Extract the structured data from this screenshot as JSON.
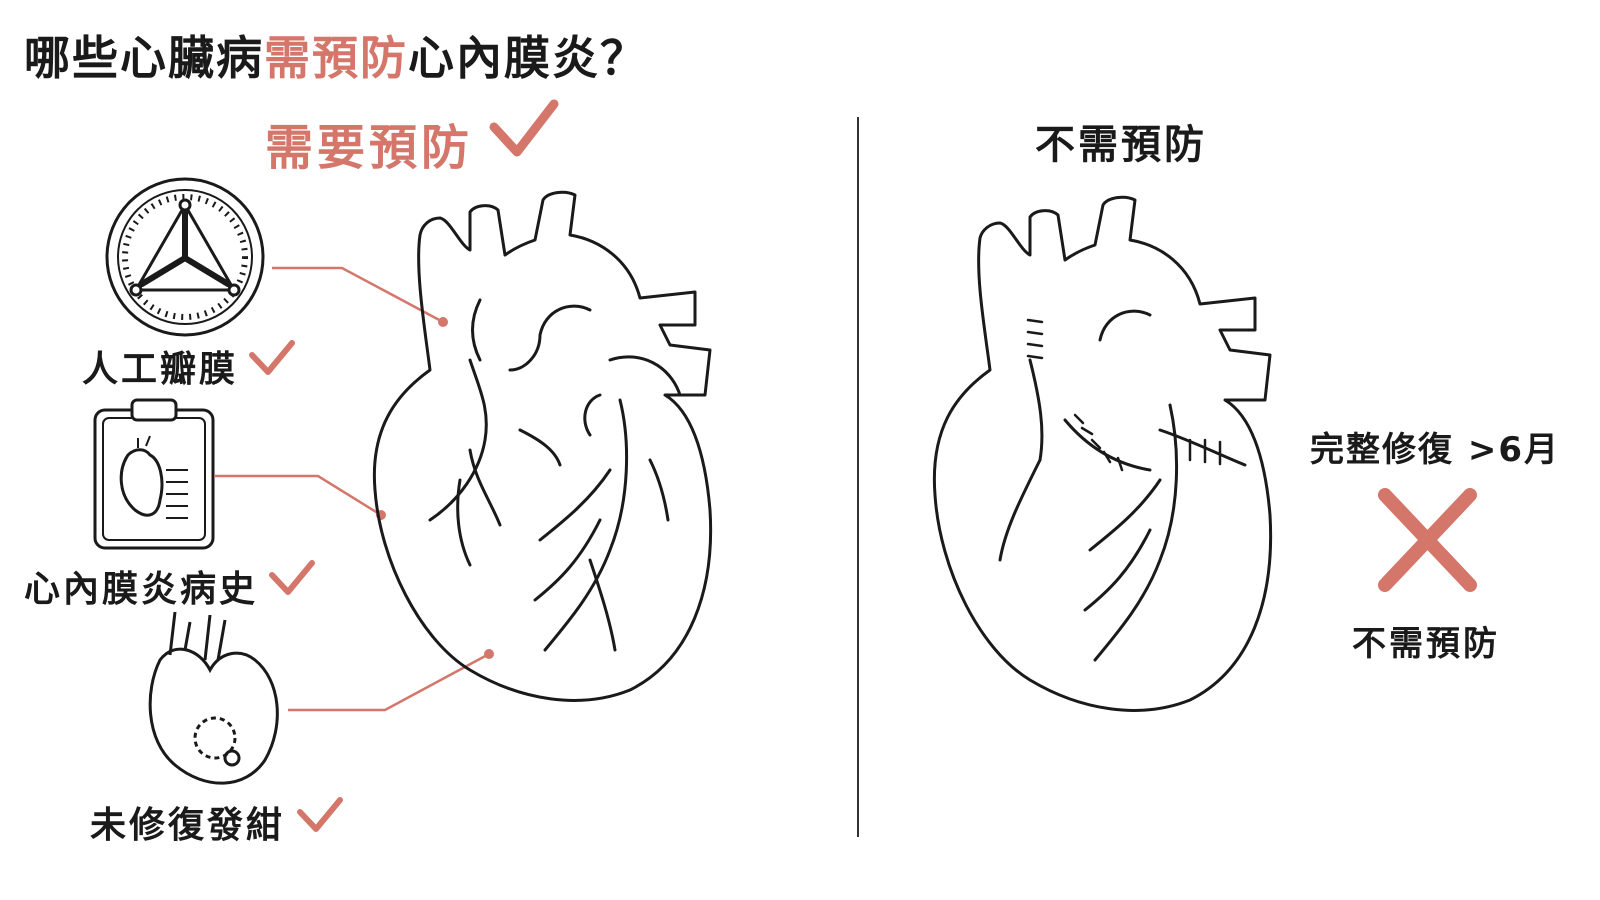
{
  "title": {
    "prefix": "哪些心臟病",
    "accent": "需預防",
    "suffix": "心內膜炎？"
  },
  "left_panel": {
    "heading": "需要預防",
    "items": [
      {
        "label": "人工瓣膜",
        "icon": "prosthetic-valve-icon"
      },
      {
        "label": "心內膜炎病史",
        "icon": "clipboard-heart-icon"
      },
      {
        "label": "未修復發紺",
        "icon": "heart-defect-icon"
      }
    ]
  },
  "right_panel": {
    "heading": "不需預防",
    "condition": "完整修復 >6月",
    "result": "不需預防"
  },
  "colors": {
    "accent": "#d4766a",
    "line": "#1a1a1a"
  },
  "icons": [
    "checkmark-icon",
    "cross-icon",
    "heart-illustration"
  ]
}
